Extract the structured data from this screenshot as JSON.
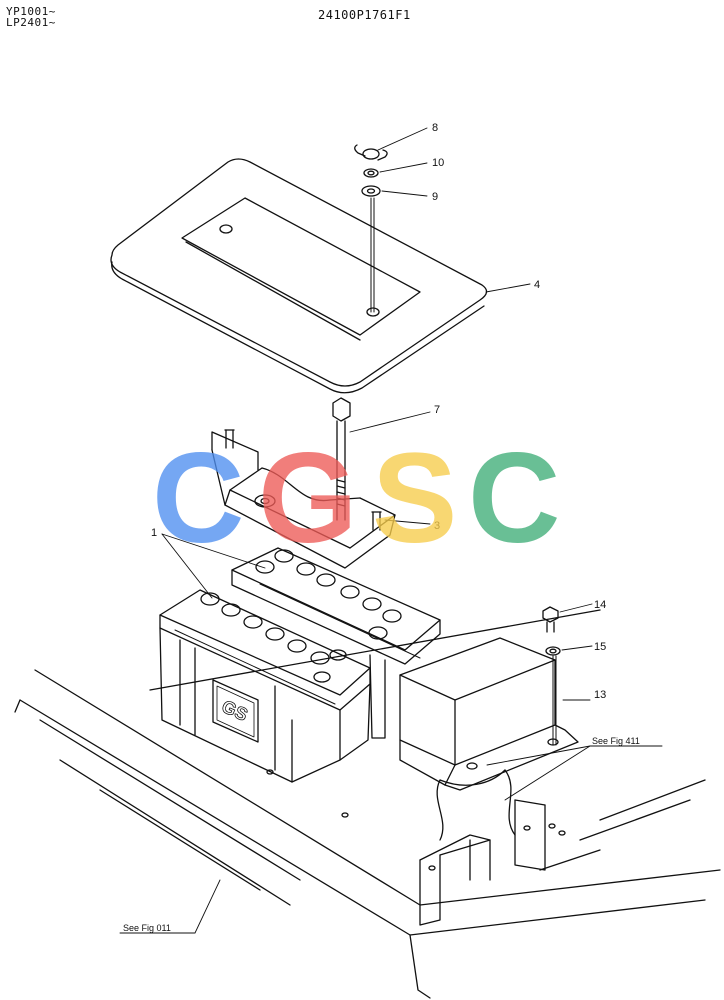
{
  "header": {
    "model_line_1": "YP1001~",
    "model_line_2": "LP2401~",
    "drawing_number": "24100P1761F1"
  },
  "watermark": {
    "letters": [
      "C",
      "G",
      "S",
      "C"
    ],
    "colors": [
      "#4f8ff0",
      "#ee5b57",
      "#f7cc4b",
      "#3fae78"
    ]
  },
  "battery_brand": "GS",
  "callouts": {
    "c1": "1",
    "c3": "3",
    "c4": "4",
    "c7": "7",
    "c8": "8",
    "c9": "9",
    "c10": "10",
    "c13": "13",
    "c14": "14",
    "c15": "15"
  },
  "references": {
    "fig_411": "See Fig 411",
    "fig_011": "See Fig 011"
  }
}
